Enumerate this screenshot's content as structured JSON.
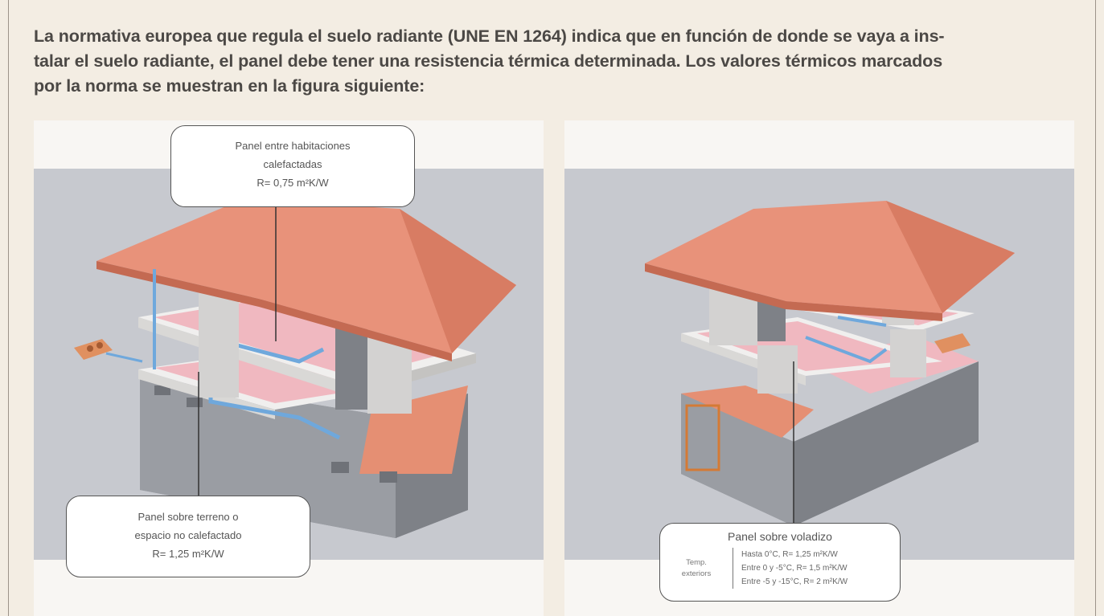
{
  "intro": {
    "line1": "La normativa europea que regula el suelo radiante (UNE EN 1264) indica que en función de donde se vaya a ins-",
    "line2": "talar el suelo radiante, el panel debe tener una resistencia térmica determinada. Los valores térmicos marcados",
    "line3": "por la norma se muestran en la figura siguiente:"
  },
  "left_figure": {
    "top_callout": {
      "line1": "Panel entre habitaciones",
      "line2": "calefactadas",
      "line3": "R= 0,75 m²K/W"
    },
    "bottom_callout": {
      "line1": "Panel sobre terreno o",
      "line2": "espacio no calefactado",
      "line3": "R= 1,25 m²K/W"
    }
  },
  "right_figure": {
    "callout": {
      "title": "Panel sobre voladizo",
      "temp_label_1": "Temp.",
      "temp_label_2": "exteriors",
      "row1": "Hasta 0°C, R= 1,25 m²K/W",
      "row2": "Entre 0 y -5°C, R= 1,5 m²K/W",
      "row3": "Entre -5 y -15°C, R= 2 m²K/W"
    }
  },
  "colors": {
    "background": "#f3ede3",
    "scene_grey": "#c7c9cf",
    "roof": "#e8927a",
    "wall": "#8f9298",
    "slab": "#f0efee",
    "floor_heating": "#f0b8c0",
    "pipe": "#6fa8dc"
  }
}
